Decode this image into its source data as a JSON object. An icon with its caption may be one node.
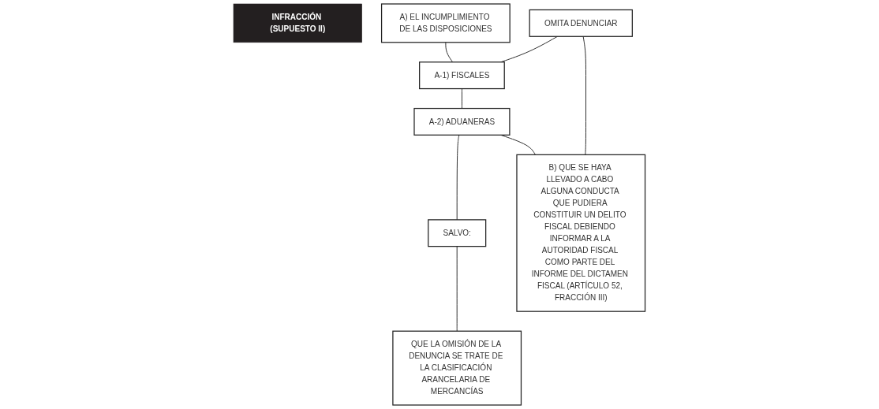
{
  "diagram": {
    "nodes": [
      {
        "text": [
          "INFRACCIÓN (SUPUESTO II)"
        ]
      },
      {
        "text": [
          "A) EL INCUMPLIMIENTO DE LAS DISPOSICIONES"
        ]
      },
      {
        "text": [
          "A-1) FISCALES"
        ]
      },
      {
        "text": [
          "OMITA DENUNCIAR"
        ]
      },
      {
        "text": [
          "A-2) ADUANERAS"
        ]
      },
      {
        "text": [
          "SALVO:"
        ]
      },
      {
        "text": [
          "QUE LA OMISIÓN DE LA DENUNCIA SE TRATE DE LA CLASIFICACIÓN ARANCELARIA DE MERCANCÍAS"
        ]
      },
      {
        "text": [
          "B) QUE SE HAYA LLEVADO A CABO ALGUNA CONDUCTA QUE PUDIERA CONSTITUIR UN DELITO FISCAL DEBIENDO INFORMAR A LA AUTORIDAD FISCAL COMO PARTE DEL INFORME DEL DICTAMEN FISCAL (ARTÍCULO 52, FRACCIÓN III)"
        ]
      }
    ],
    "edges": [
      {
        "from": 1,
        "to": 2,
        "arrow": "none"
      },
      {
        "from": 3,
        "to": 2,
        "arrow": "none"
      },
      {
        "from": 2,
        "to": 4,
        "arrow": "none"
      },
      {
        "from": 3,
        "to": 7,
        "arrow": "none"
      },
      {
        "from": 4,
        "to": 5,
        "arrow": "none"
      },
      {
        "from": 5,
        "to": 6,
        "arrow": "none"
      },
      {
        "from": 4,
        "to": 7,
        "arrow": "none"
      }
    ]
  }
}
